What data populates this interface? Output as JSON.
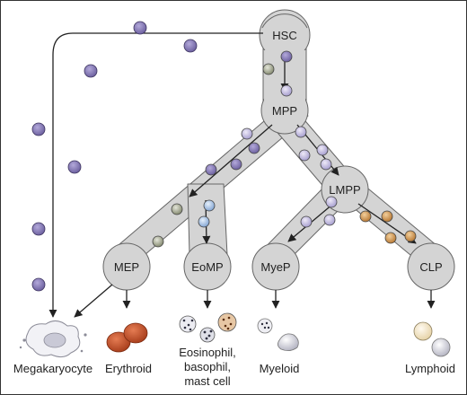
{
  "diagram": {
    "nodes": {
      "hsc": "HSC",
      "mpp": "MPP",
      "lmpp": "LMPP",
      "mep": "MEP",
      "eomp": "EoMP",
      "myep": "MyeP",
      "clp": "CLP"
    },
    "outputs": {
      "megakaryocyte": "Megakaryocyte",
      "erythroid": "Erythroid",
      "eosinophil_line1": "Eosinophil,",
      "eosinophil_line2": "basophil,",
      "eosinophil_line3": "mast cell",
      "myeloid": "Myeloid",
      "lymphoid": "Lymphoid"
    },
    "colors": {
      "channel_fill": "#d4d4d4",
      "channel_stroke": "#666666",
      "cell_purple": "#8a7fb6",
      "cell_lavender": "#cbc6e6",
      "cell_blue": "#a9c4e6",
      "cell_green": "#a6ab98",
      "cell_orange": "#d9a163",
      "erythrocyte": "#c9562e"
    }
  }
}
